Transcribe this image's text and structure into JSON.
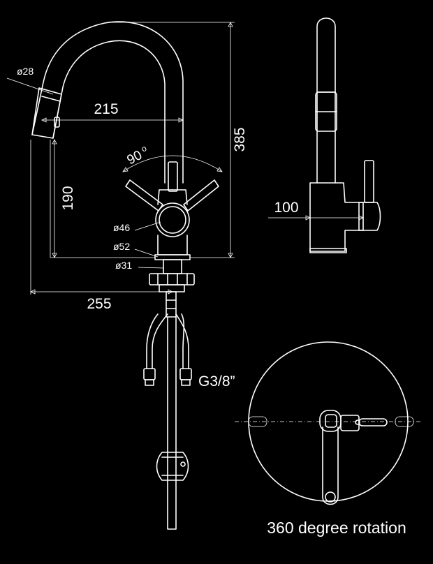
{
  "dimensions": {
    "spout_diameter": "ø28",
    "spout_reach": "215",
    "handle_angle": "90",
    "degree_symbol": "o",
    "total_height": "385",
    "spout_clearance": "190",
    "body_diameter": "ø46",
    "base_diameter": "ø52",
    "mount_diameter": "ø31",
    "overall_width": "255",
    "side_depth": "100",
    "connection_thread": "G3/8”"
  },
  "captions": {
    "rotation": "360 degree rotation"
  },
  "colors": {
    "background": "#000000",
    "line": "#ffffff"
  }
}
